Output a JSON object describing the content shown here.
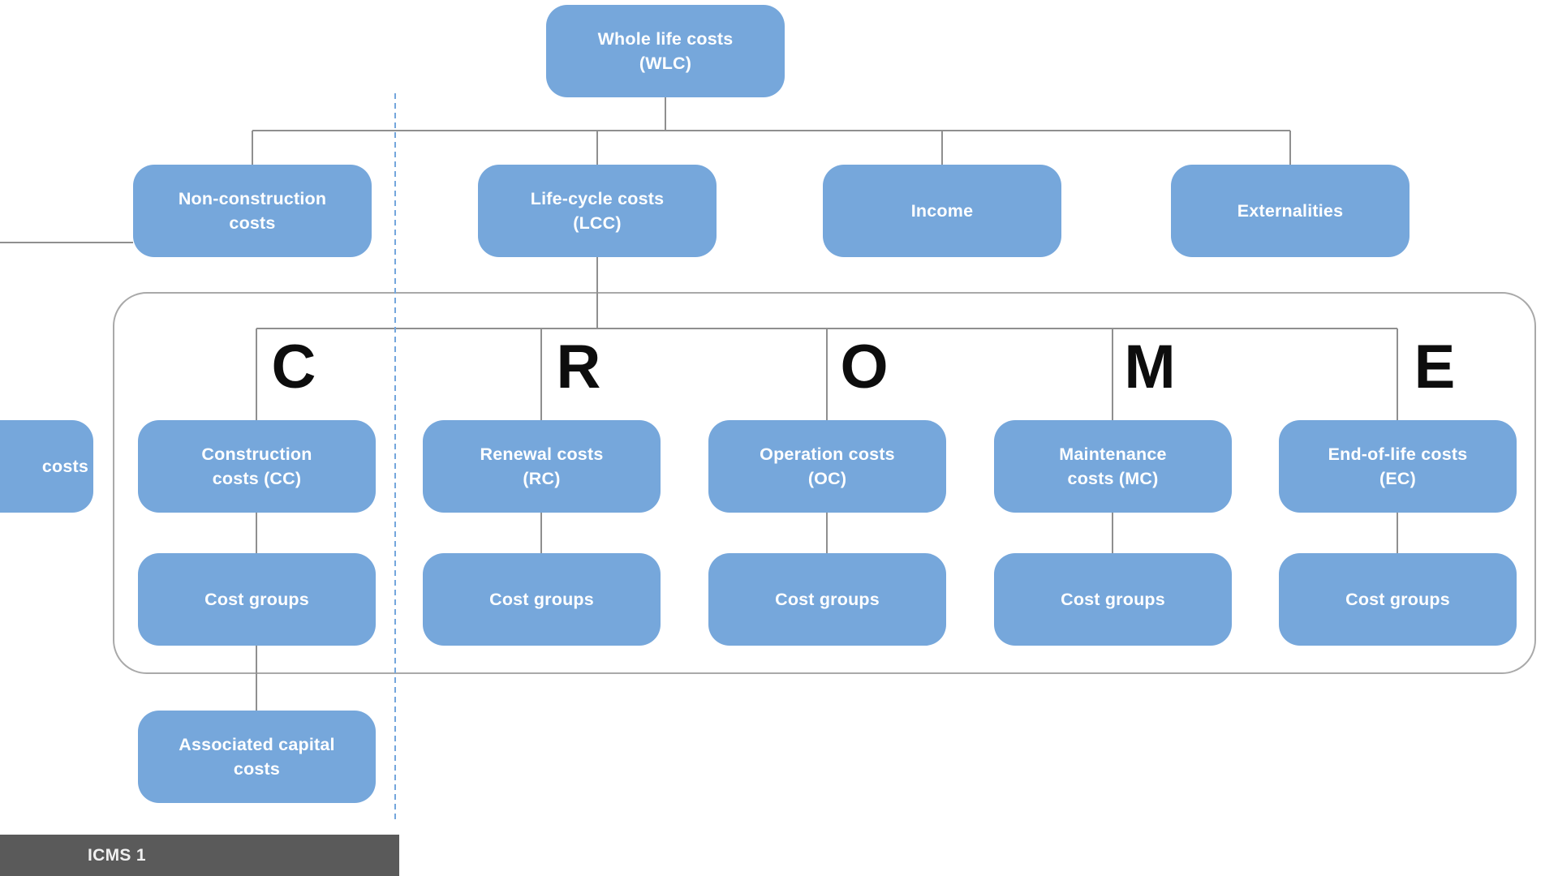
{
  "title_node": "Whole life costs\n(WLC)",
  "level1": [
    {
      "label": "Non-construction\ncosts"
    },
    {
      "label": "Life-cycle costs\n(LCC)"
    },
    {
      "label": "Income"
    },
    {
      "label": "Externalities"
    }
  ],
  "lcc_group": {
    "columns": [
      {
        "letter": "C",
        "cost_box": "Construction\ncosts (CC)",
        "sub_box": "Cost groups"
      },
      {
        "letter": "R",
        "cost_box": "Renewal costs\n(RC)",
        "sub_box": "Cost groups"
      },
      {
        "letter": "O",
        "cost_box": "Operation costs\n(OC)",
        "sub_box": "Cost groups"
      },
      {
        "letter": "M",
        "cost_box": "Maintenance\ncosts (MC)",
        "sub_box": "Cost groups"
      },
      {
        "letter": "E",
        "cost_box": "End-of-life costs\n(EC)",
        "sub_box": "Cost groups"
      }
    ],
    "associated_box": "Associated capital\ncosts"
  },
  "cutoff_box": "costs",
  "footer_bar": "ICMS 1",
  "colors": {
    "node_blue": "#76A7DB",
    "node_text": "#FFFFFF",
    "big_letter": "#0D0D0D",
    "connector_line": "#8F8F8F",
    "group_border": "#A9A9A9",
    "dashed_line": "#74A6DC",
    "footer_bar_bg": "#5A5A5A",
    "footer_bar_text": "#F0F0F0"
  }
}
